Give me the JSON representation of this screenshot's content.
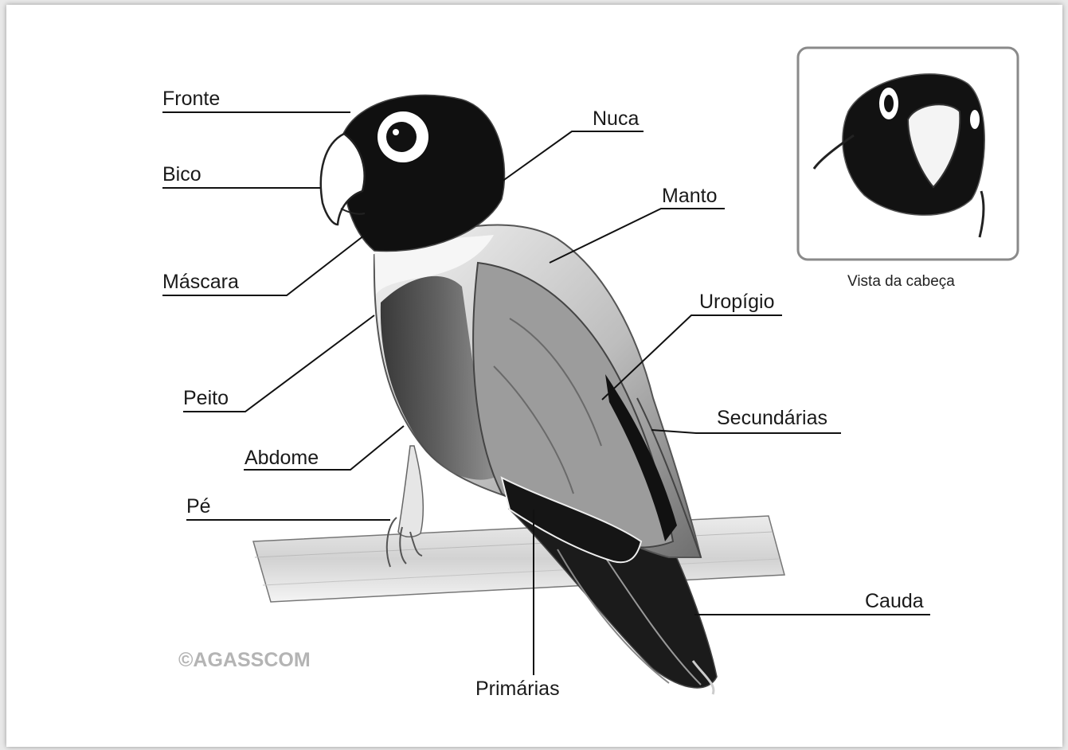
{
  "labels": {
    "fronte": "Fronte",
    "bico": "Bico",
    "mascara": "Máscara",
    "peito": "Peito",
    "abdome": "Abdome",
    "pe": "Pé",
    "nuca": "Nuca",
    "manto": "Manto",
    "uropigio": "Uropígio",
    "secundarias": "Secundárias",
    "cauda": "Cauda",
    "primarias": "Primárias"
  },
  "inset": {
    "caption": "Vista da cabeça"
  },
  "watermark": "©AGASSCOM"
}
